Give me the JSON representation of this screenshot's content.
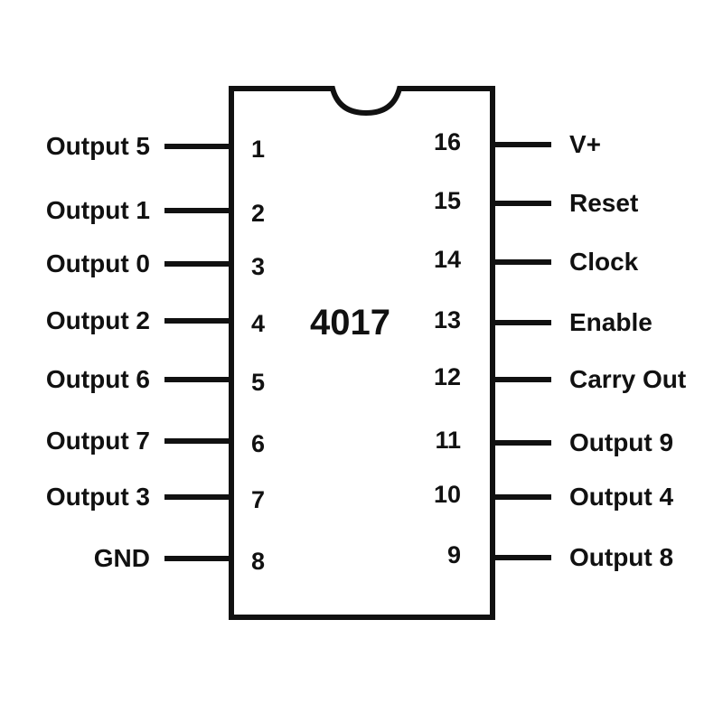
{
  "chip": {
    "name": "4017"
  },
  "left_pins": [
    {
      "number": "1",
      "label": "Output 5"
    },
    {
      "number": "2",
      "label": "Output 1"
    },
    {
      "number": "3",
      "label": "Output 0"
    },
    {
      "number": "4",
      "label": "Output 2"
    },
    {
      "number": "5",
      "label": "Output 6"
    },
    {
      "number": "6",
      "label": "Output 7"
    },
    {
      "number": "7",
      "label": "Output 3"
    },
    {
      "number": "8",
      "label": "GND"
    }
  ],
  "right_pins": [
    {
      "number": "16",
      "label": "V+"
    },
    {
      "number": "15",
      "label": "Reset"
    },
    {
      "number": "14",
      "label": "Clock"
    },
    {
      "number": "13",
      "label": "Enable"
    },
    {
      "number": "12",
      "label": "Carry Out"
    },
    {
      "number": "11",
      "label": "Output 9"
    },
    {
      "number": "10",
      "label": "Output 4"
    },
    {
      "number": "9",
      "label": "Output 8"
    }
  ]
}
